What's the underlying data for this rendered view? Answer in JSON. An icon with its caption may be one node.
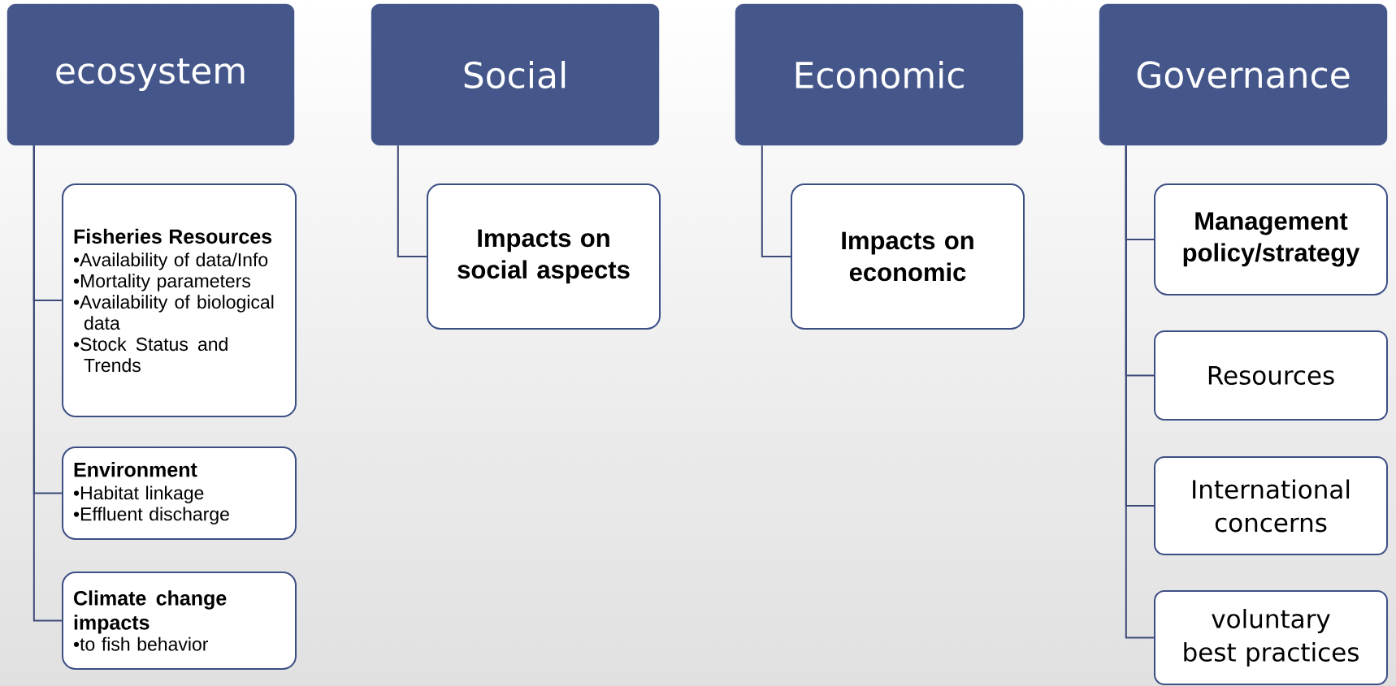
{
  "diagram": {
    "nodes": [
      {
        "text": [
          "ecosystem"
        ]
      },
      {
        "text": [
          "Fisheries Resources",
          "•Availability of data/Info",
          "•Mortality parameters",
          "•Availability of biological data",
          "•Stock Status and Trends"
        ]
      },
      {
        "text": [
          "Environment",
          "•Habitat linkage",
          "•Effluent discharge"
        ]
      },
      {
        "text": [
          "Climate change impacts",
          "•to fish behavior"
        ]
      },
      {
        "text": [
          "Social"
        ]
      },
      {
        "text": [
          "Impacts on social aspects"
        ]
      },
      {
        "text": [
          "Economic"
        ]
      },
      {
        "text": [
          "Impacts on economic"
        ]
      },
      {
        "text": [
          "Governance"
        ]
      },
      {
        "text": [
          "Management policy/strategy"
        ]
      },
      {
        "text": [
          "Resources"
        ]
      },
      {
        "text": [
          "International concerns"
        ]
      },
      {
        "text": [
          "voluntary best practices"
        ]
      }
    ],
    "edges": [
      {
        "from": 0,
        "to": 1,
        "arrow": "none"
      },
      {
        "from": 0,
        "to": 2,
        "arrow": "none"
      },
      {
        "from": 0,
        "to": 3,
        "arrow": "none"
      },
      {
        "from": 4,
        "to": 5,
        "arrow": "none"
      },
      {
        "from": 6,
        "to": 7,
        "arrow": "none"
      },
      {
        "from": 8,
        "to": 9,
        "arrow": "none"
      },
      {
        "from": 8,
        "to": 10,
        "arrow": "none"
      },
      {
        "from": 8,
        "to": 11,
        "arrow": "none"
      },
      {
        "from": 8,
        "to": 12,
        "arrow": "none"
      }
    ]
  }
}
